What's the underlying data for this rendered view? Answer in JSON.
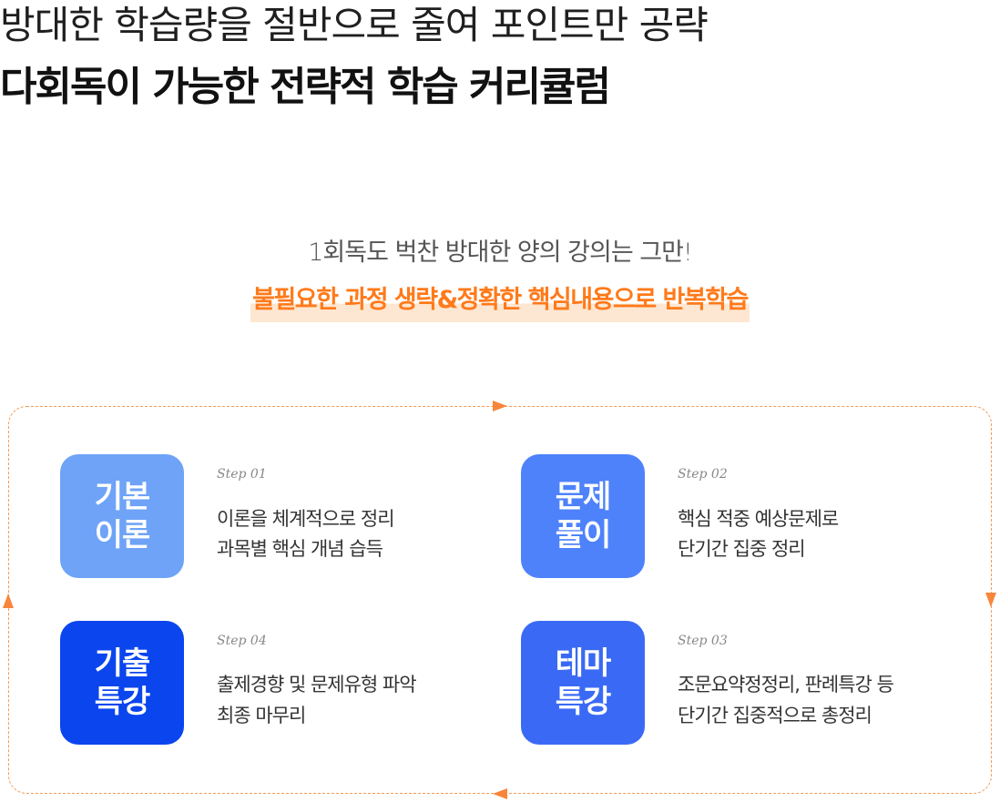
{
  "header": {
    "line1": "방대한 학습량을 절반으로 줄여 포인트만 공략",
    "line2": "다회독이 가능한 전략적 학습 커리큘럼"
  },
  "intro": {
    "line1": "1회독도 벅찬 방대한 양의 강의는 그만!",
    "line2": "불필요한 과정 생략&정확한 핵심내용으로 반복학습"
  },
  "colors": {
    "accent": "#ff7a1a",
    "step1": "#6ea3f7",
    "step2": "#4e82fb",
    "step3": "#3a6af5",
    "step4": "#0a45ee"
  },
  "steps": [
    {
      "tile": [
        "기본",
        "이론"
      ],
      "step": "Step 01",
      "desc": [
        "이론을 체계적으로 정리",
        "과목별 핵심 개념 습득"
      ]
    },
    {
      "tile": [
        "문제",
        "풀이"
      ],
      "step": "Step 02",
      "desc": [
        "핵심 적중 예상문제로",
        "단기간 집중 정리"
      ]
    },
    {
      "tile": [
        "테마",
        "특강"
      ],
      "step": "Step 03",
      "desc": [
        "조문요약정정리, 판례특강 등",
        "단기간 집중적으로 총정리"
      ]
    },
    {
      "tile": [
        "기출",
        "특강"
      ],
      "step": "Step 04",
      "desc": [
        "출제경향 및 문제유형 파악",
        "최종 마무리"
      ]
    }
  ]
}
